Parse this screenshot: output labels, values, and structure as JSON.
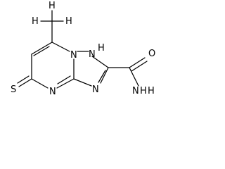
{
  "diagram": {
    "type": "chemical-structure",
    "atoms": {
      "methyl_h_top": "H",
      "methyl_h_left": "H",
      "methyl_h_right": "H",
      "ring_nh": "H",
      "ring_n": "N",
      "imine_n": "N",
      "lower_n": "N",
      "thione_s": "S",
      "carbonyl_o": "O",
      "amide_n": "N",
      "amide_h": "H"
    },
    "colors": {
      "bond": "#000000",
      "label": "#000000",
      "background": "#ffffff"
    }
  }
}
